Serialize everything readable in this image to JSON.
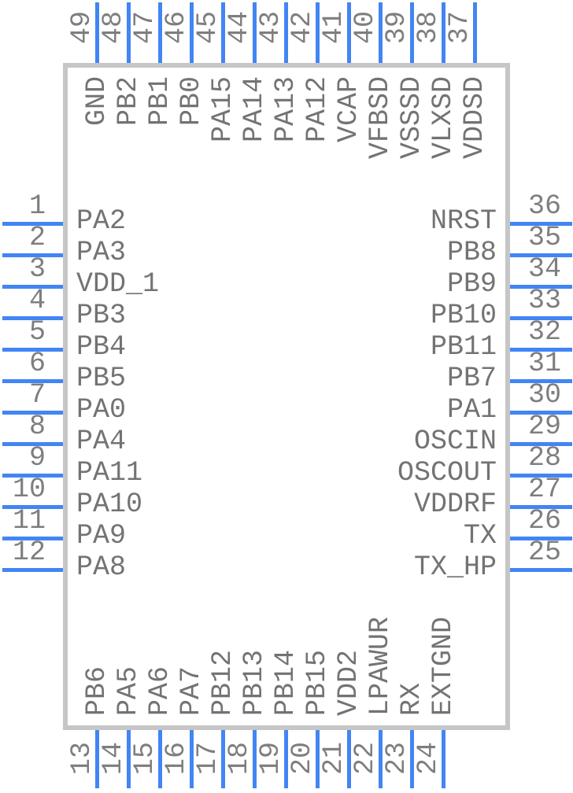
{
  "pinout": {
    "title": "IC package pinout diagram",
    "pin_count": 49,
    "colors": {
      "background": "#ffffff",
      "pin_line": "#4285f4",
      "body_border": "#c6c6c6",
      "body_fill": "#ffffff",
      "pin_number_text": "#7e7e7e",
      "pin_name_text": "#737373"
    },
    "sides": {
      "left": [
        {
          "number": "1",
          "name": "PA2"
        },
        {
          "number": "2",
          "name": "PA3"
        },
        {
          "number": "3",
          "name": "VDD_1"
        },
        {
          "number": "4",
          "name": "PB3"
        },
        {
          "number": "5",
          "name": "PB4"
        },
        {
          "number": "6",
          "name": "PB5"
        },
        {
          "number": "7",
          "name": "PA0"
        },
        {
          "number": "8",
          "name": "PA4"
        },
        {
          "number": "9",
          "name": "PA11"
        },
        {
          "number": "10",
          "name": "PA10"
        },
        {
          "number": "11",
          "name": "PA9"
        },
        {
          "number": "12",
          "name": "PA8"
        }
      ],
      "right": [
        {
          "number": "36",
          "name": "NRST"
        },
        {
          "number": "35",
          "name": "PB8"
        },
        {
          "number": "34",
          "name": "PB9"
        },
        {
          "number": "33",
          "name": "PB10"
        },
        {
          "number": "32",
          "name": "PB11"
        },
        {
          "number": "31",
          "name": "PB7"
        },
        {
          "number": "30",
          "name": "PA1"
        },
        {
          "number": "29",
          "name": "OSCIN"
        },
        {
          "number": "28",
          "name": "OSCOUT"
        },
        {
          "number": "27",
          "name": "VDDRF"
        },
        {
          "number": "26",
          "name": "TX"
        },
        {
          "number": "25",
          "name": "TX_HP"
        }
      ],
      "top": [
        {
          "number": "49",
          "name": "GND"
        },
        {
          "number": "48",
          "name": "PB2"
        },
        {
          "number": "47",
          "name": "PB1"
        },
        {
          "number": "46",
          "name": "PB0"
        },
        {
          "number": "45",
          "name": "PA15"
        },
        {
          "number": "44",
          "name": "PA14"
        },
        {
          "number": "43",
          "name": "PA13"
        },
        {
          "number": "42",
          "name": "PA12"
        },
        {
          "number": "41",
          "name": "VCAP"
        },
        {
          "number": "40",
          "name": "VFBSD"
        },
        {
          "number": "39",
          "name": "VSSSD"
        },
        {
          "number": "38",
          "name": "VLXSD"
        },
        {
          "number": "37",
          "name": "VDDSD"
        }
      ],
      "bottom": [
        {
          "number": "13",
          "name": "PB6"
        },
        {
          "number": "14",
          "name": "PA5"
        },
        {
          "number": "15",
          "name": "PA6"
        },
        {
          "number": "16",
          "name": "PA7"
        },
        {
          "number": "17",
          "name": "PB12"
        },
        {
          "number": "18",
          "name": "PB13"
        },
        {
          "number": "19",
          "name": "PB14"
        },
        {
          "number": "20",
          "name": "PB15"
        },
        {
          "number": "21",
          "name": "VDD2"
        },
        {
          "number": "22",
          "name": "LPAWUR"
        },
        {
          "number": "23",
          "name": "RX"
        },
        {
          "number": "24",
          "name": "EXTGND"
        }
      ]
    }
  }
}
